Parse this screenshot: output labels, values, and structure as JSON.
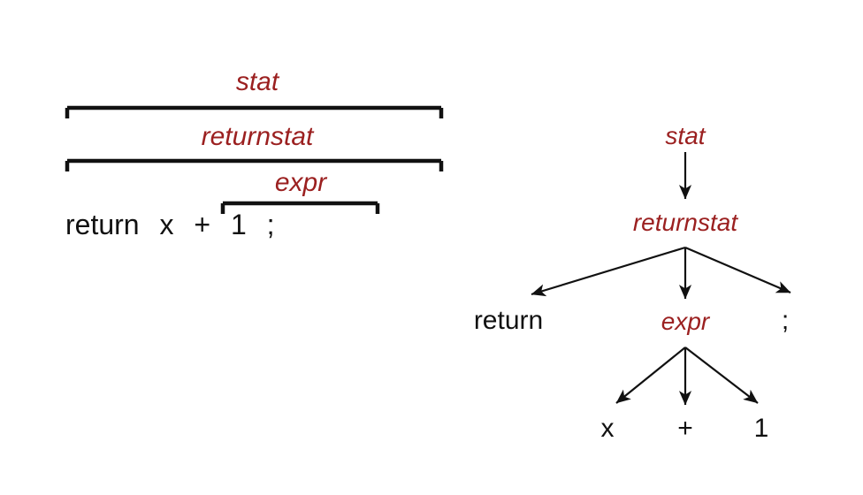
{
  "figure": {
    "background_color": "#ffffff",
    "nonterminal_color": "#9b2020",
    "terminal_color": "#111111",
    "stroke_color": "#111111"
  },
  "left_diagram": {
    "brackets": [
      {
        "label": "stat",
        "span": "return x + 1 ;"
      },
      {
        "label": "returnstat",
        "span": "return x + 1 ;"
      },
      {
        "label": "expr",
        "span": "x + 1"
      }
    ],
    "labels": {
      "stat": "stat",
      "returnstat": "returnstat",
      "expr": "expr"
    },
    "code_tokens": [
      "return",
      "x",
      "+",
      "1",
      ";"
    ]
  },
  "right_diagram": {
    "nodes": {
      "stat": "stat",
      "returnstat": "returnstat",
      "expr": "expr"
    },
    "tokens": {
      "return": "return",
      "semicolon": ";",
      "x": "x",
      "plus": "+",
      "one": "1"
    },
    "edges": [
      {
        "from": "stat",
        "to": "returnstat"
      },
      {
        "from": "returnstat",
        "to": "return"
      },
      {
        "from": "returnstat",
        "to": "expr"
      },
      {
        "from": "returnstat",
        "to": ";"
      },
      {
        "from": "expr",
        "to": "x"
      },
      {
        "from": "expr",
        "to": "+"
      },
      {
        "from": "expr",
        "to": "1"
      }
    ]
  }
}
